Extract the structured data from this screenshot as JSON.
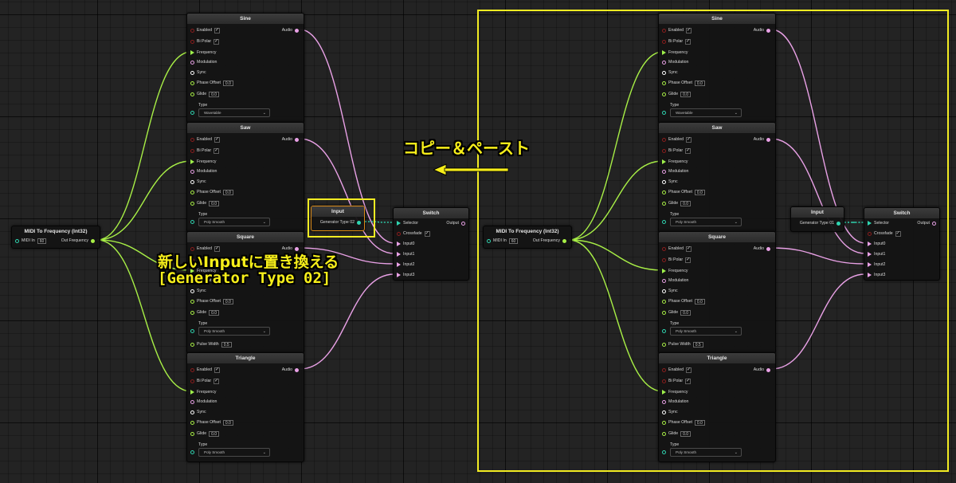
{
  "colors": {
    "audio_wire": "#e9a1e6",
    "float_wire": "#a8ef46",
    "int_wire": "#2fd4b0",
    "bool_pin": "#8a1d1d",
    "trigger_pin": "#ffffff",
    "highlight": "#f2ec22"
  },
  "midi": {
    "title": "MIDI To Frequency (Int32)",
    "in_label": "MIDI In",
    "in_value": "60",
    "out_label": "Out Frequency"
  },
  "oscillators": [
    {
      "title": "Sine",
      "audio": "Audio",
      "enabled": "Enabled",
      "bipolar": "Bi Polar",
      "frequency": "Frequency",
      "modulation": "Modulation",
      "sync": "Sync",
      "phase_offset": "Phase Offset",
      "phase_value": "0.0",
      "glide": "Glide",
      "glide_value": "0.0",
      "type": "Type",
      "type_value": "Wavetable"
    },
    {
      "title": "Saw",
      "audio": "Audio",
      "enabled": "Enabled",
      "bipolar": "Bi Polar",
      "frequency": "Frequency",
      "modulation": "Modulation",
      "sync": "Sync",
      "phase_offset": "Phase Offset",
      "phase_value": "0.0",
      "glide": "Glide",
      "glide_value": "0.0",
      "type": "Type",
      "type_value": "Poly Smooth"
    },
    {
      "title": "Square",
      "audio": "Audio",
      "enabled": "Enabled",
      "bipolar": "Bi Polar",
      "frequency": "Frequency",
      "modulation": "Modulation",
      "sync": "Sync",
      "phase_offset": "Phase Offset",
      "phase_value": "0.0",
      "glide": "Glide",
      "glide_value": "0.0",
      "type": "Type",
      "type_value": "Poly Smooth",
      "pulse_width": "Pulse Width",
      "pulse_value": "0.5"
    },
    {
      "title": "Triangle",
      "audio": "Audio",
      "enabled": "Enabled",
      "bipolar": "Bi Polar",
      "frequency": "Frequency",
      "modulation": "Modulation",
      "sync": "Sync",
      "phase_offset": "Phase Offset",
      "phase_value": "0.0",
      "glide": "Glide",
      "glide_value": "0.0",
      "type": "Type",
      "type_value": "Poly Smooth"
    }
  ],
  "input_left": {
    "title": "Input",
    "label": "Generator Type 02"
  },
  "input_right": {
    "title": "Input",
    "label": "Generator Type 01"
  },
  "switch": {
    "title": "Switch",
    "selector": "Selector",
    "output": "Output",
    "crossfade": "Crossfade",
    "inputs": [
      "Input0",
      "Input1",
      "Input2",
      "Input3"
    ]
  },
  "annotations": {
    "copy_paste": "コピー＆ペースト",
    "replace_line1": "新しいInputに置き換える",
    "replace_line2": "[Generator Type 02]"
  }
}
